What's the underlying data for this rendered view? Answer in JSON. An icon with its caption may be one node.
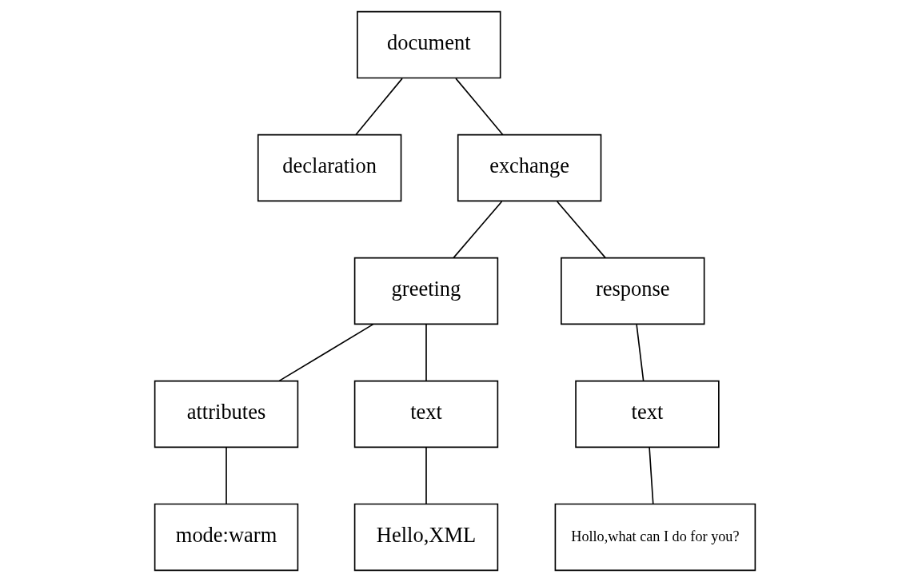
{
  "diagram": {
    "nodes": [
      {
        "text": [
          "document"
        ]
      },
      {
        "text": [
          "declaration"
        ]
      },
      {
        "text": [
          "exchange"
        ]
      },
      {
        "text": [
          "greeting"
        ]
      },
      {
        "text": [
          "response"
        ]
      },
      {
        "text": [
          "attributes"
        ]
      },
      {
        "text": [
          "text"
        ]
      },
      {
        "text": [
          "text"
        ]
      },
      {
        "text": [
          "mode:warm"
        ]
      },
      {
        "text": [
          "Hello,XML"
        ]
      },
      {
        "text": [
          "Hollo,what can I do for you?"
        ]
      }
    ],
    "edges": [
      {
        "from": 0,
        "to": 1,
        "arrow": "none"
      },
      {
        "from": 0,
        "to": 2,
        "arrow": "none"
      },
      {
        "from": 2,
        "to": 3,
        "arrow": "none"
      },
      {
        "from": 2,
        "to": 4,
        "arrow": "none"
      },
      {
        "from": 3,
        "to": 5,
        "arrow": "none"
      },
      {
        "from": 3,
        "to": 6,
        "arrow": "none"
      },
      {
        "from": 4,
        "to": 7,
        "arrow": "none"
      },
      {
        "from": 5,
        "to": 8,
        "arrow": "none"
      },
      {
        "from": 6,
        "to": 9,
        "arrow": "none"
      },
      {
        "from": 7,
        "to": 10,
        "arrow": "none"
      }
    ]
  }
}
